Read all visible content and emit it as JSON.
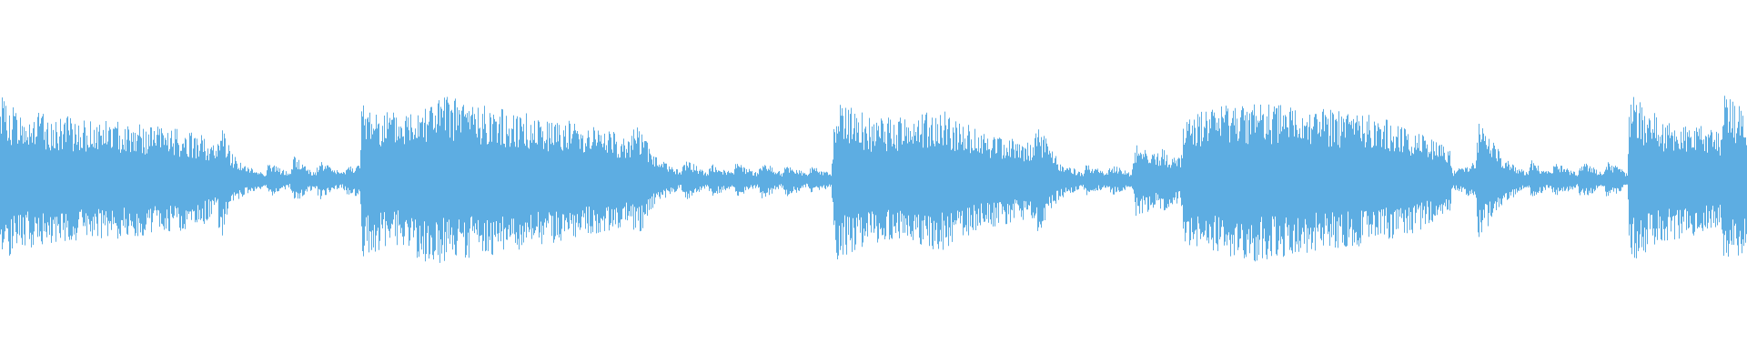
{
  "waveform": {
    "color": "#5dade2",
    "background": "#ffffff",
    "amplitude_scale": 1.0,
    "envelope": [
      [
        0.0,
        0.95
      ],
      [
        0.01,
        0.78
      ],
      [
        0.03,
        0.72
      ],
      [
        0.06,
        0.66
      ],
      [
        0.09,
        0.6
      ],
      [
        0.115,
        0.52
      ],
      [
        0.124,
        0.36
      ],
      [
        0.126,
        0.68
      ],
      [
        0.132,
        0.32
      ],
      [
        0.14,
        0.16
      ],
      [
        0.152,
        0.08
      ],
      [
        0.153,
        0.2
      ],
      [
        0.166,
        0.08
      ],
      [
        0.168,
        0.28
      ],
      [
        0.18,
        0.08
      ],
      [
        0.183,
        0.22
      ],
      [
        0.196,
        0.08
      ],
      [
        0.198,
        0.16
      ],
      [
        0.206,
        0.18
      ],
      [
        0.207,
        0.85
      ],
      [
        0.23,
        0.72
      ],
      [
        0.24,
        0.9
      ],
      [
        0.258,
        0.92
      ],
      [
        0.3,
        0.76
      ],
      [
        0.345,
        0.58
      ],
      [
        0.362,
        0.5
      ],
      [
        0.364,
        0.68
      ],
      [
        0.375,
        0.26
      ],
      [
        0.39,
        0.1
      ],
      [
        0.392,
        0.24
      ],
      [
        0.405,
        0.08
      ],
      [
        0.407,
        0.18
      ],
      [
        0.42,
        0.08
      ],
      [
        0.421,
        0.2
      ],
      [
        0.434,
        0.08
      ],
      [
        0.436,
        0.22
      ],
      [
        0.448,
        0.08
      ],
      [
        0.45,
        0.2
      ],
      [
        0.462,
        0.08
      ],
      [
        0.464,
        0.16
      ],
      [
        0.476,
        0.08
      ],
      [
        0.478,
        0.9
      ],
      [
        0.5,
        0.68
      ],
      [
        0.54,
        0.78
      ],
      [
        0.56,
        0.55
      ],
      [
        0.592,
        0.42
      ],
      [
        0.594,
        0.62
      ],
      [
        0.606,
        0.22
      ],
      [
        0.62,
        0.08
      ],
      [
        0.622,
        0.18
      ],
      [
        0.634,
        0.08
      ],
      [
        0.636,
        0.18
      ],
      [
        0.648,
        0.08
      ],
      [
        0.65,
        0.42
      ],
      [
        0.662,
        0.3
      ],
      [
        0.664,
        0.36
      ],
      [
        0.676,
        0.24
      ],
      [
        0.678,
        0.7
      ],
      [
        0.7,
        0.82
      ],
      [
        0.72,
        0.9
      ],
      [
        0.75,
        0.8
      ],
      [
        0.78,
        0.74
      ],
      [
        0.81,
        0.58
      ],
      [
        0.83,
        0.36
      ],
      [
        0.832,
        0.1
      ],
      [
        0.845,
        0.22
      ],
      [
        0.846,
        0.68
      ],
      [
        0.86,
        0.28
      ],
      [
        0.875,
        0.08
      ],
      [
        0.877,
        0.22
      ],
      [
        0.888,
        0.08
      ],
      [
        0.89,
        0.2
      ],
      [
        0.903,
        0.08
      ],
      [
        0.905,
        0.22
      ],
      [
        0.918,
        0.08
      ],
      [
        0.92,
        0.22
      ],
      [
        0.932,
        0.08
      ],
      [
        0.933,
        0.95
      ],
      [
        0.95,
        0.7
      ],
      [
        0.985,
        0.55
      ],
      [
        0.987,
        0.95
      ],
      [
        1.0,
        0.8
      ]
    ]
  }
}
